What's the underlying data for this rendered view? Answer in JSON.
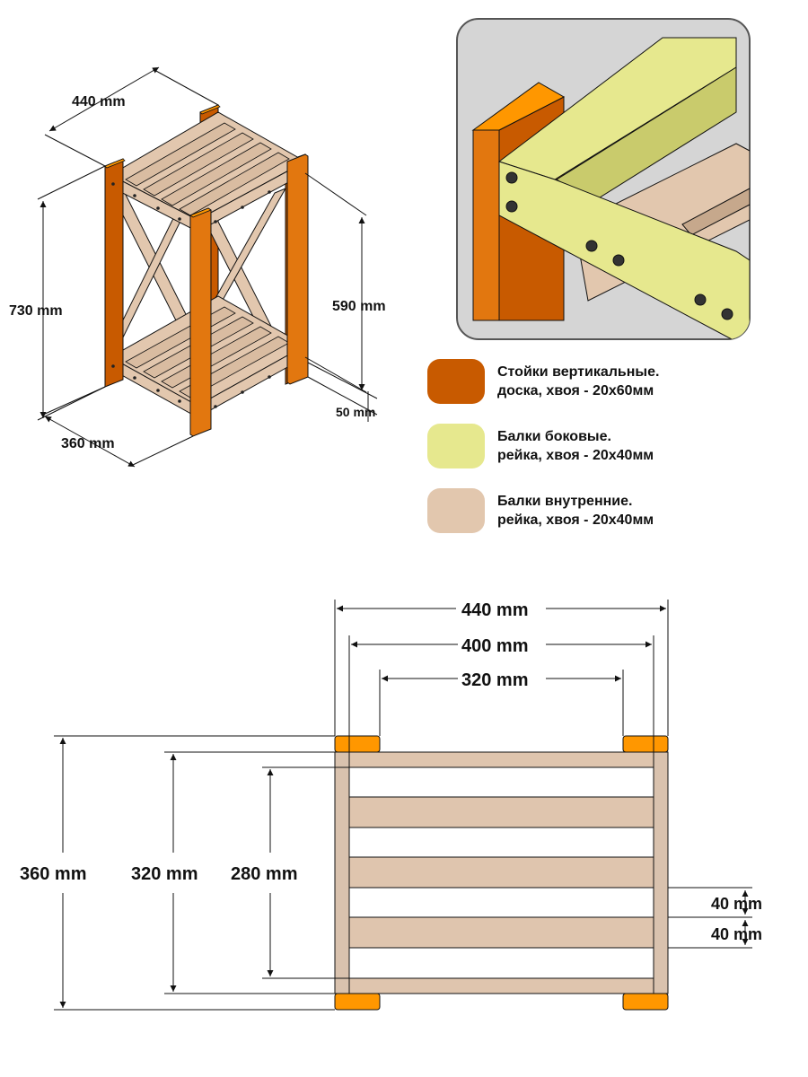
{
  "colors": {
    "post": "#c85a00",
    "post_light": "#e2770f",
    "post_top": "#ff9700",
    "side_beam": "#e6e88e",
    "side_beam_dark": "#c9cb6c",
    "inner_beam": "#e2c7ae",
    "inner_beam_dark": "#c6a88c",
    "frame": "#d9c2ae",
    "detail_bg": "#d5d5d5",
    "line": "#111111"
  },
  "isometric_view": {
    "width_label": "440 mm",
    "height_label": "730 mm",
    "inner_height_label": "590 mm",
    "depth_label": "360 mm",
    "foot_label": "50 mm"
  },
  "legend": [
    {
      "color_key": "post",
      "line1": "Стойки вертикальные.",
      "line2": "доска, хвоя - 20x60мм"
    },
    {
      "color_key": "side_beam",
      "line1": "Балки боковые.",
      "line2": "рейка, хвоя - 20x40мм"
    },
    {
      "color_key": "inner_beam",
      "line1": "Балки внутренние.",
      "line2": "рейка, хвоя - 20x40мм"
    }
  ],
  "plan_view": {
    "width_outer": "440 mm",
    "width_mid": "400 mm",
    "width_inner": "320 mm",
    "depth_outer": "360 mm",
    "depth_mid": "320 mm",
    "depth_inner": "280 mm",
    "slat_width_a": "40 mm",
    "slat_width_b": "40 mm"
  }
}
